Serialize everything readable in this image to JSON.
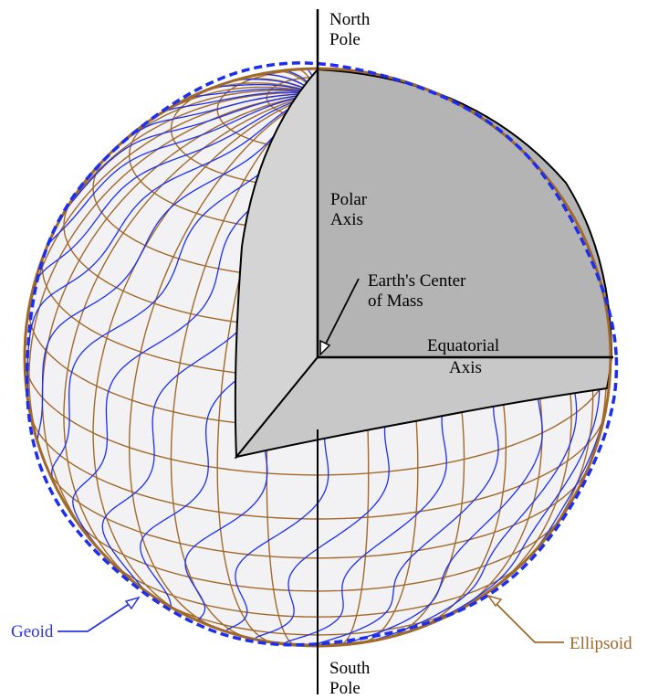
{
  "labels": {
    "north_pole": [
      "North",
      "Pole"
    ],
    "south_pole": [
      "South",
      "Pole"
    ],
    "polar_axis": [
      "Polar",
      "Axis"
    ],
    "center_of_mass": [
      "Earth's Center",
      "of Mass"
    ],
    "equatorial_axis": [
      "Equatorial",
      "Axis"
    ],
    "geoid": "Geoid",
    "ellipsoid": "Ellipsoid"
  },
  "colors": {
    "ellipsoid": "#a0692a",
    "geoid": "#1c2ff0",
    "geoid_label": "#2a33e0",
    "ellipsoid_label": "#a0692a",
    "shell_fill": "#f2f2f4",
    "cut_face_light": "#d4d4d4",
    "cut_face_dark": "#b4b4b4",
    "cut_face_floor": "#c8c8c8",
    "outline": "#000000"
  }
}
